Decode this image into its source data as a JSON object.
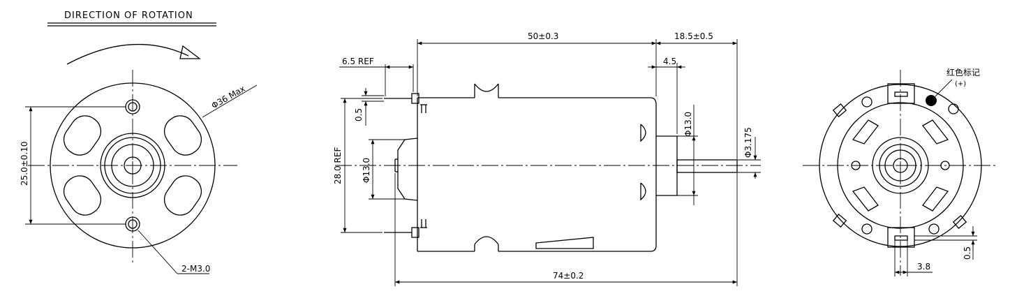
{
  "front_view": {
    "title": "DIRECTION OF ROTATION",
    "diameter_label": "Φ36 Max",
    "hole_spacing_label": "25.0±0.10",
    "screw_label": "2-M3.0"
  },
  "side_view": {
    "body_length_label": "50±0.3",
    "shaft_length_label": "18.5±0.5",
    "terminal_ref_label": "6.5 REF",
    "boss_length_label": "4.5",
    "terminal_thickness_label": "0.5",
    "terminal_span_label": "28.0 REF",
    "rear_boss_diameter_label": "Φ13.0",
    "front_boss_diameter_label": "Φ13.0",
    "shaft_diameter_label": "Φ3.175",
    "total_length_label": "74±0.2"
  },
  "rear_view": {
    "polarity_label": "红色标记",
    "polarity_sign": "(+)",
    "terminal_thickness_label": "0.5",
    "terminal_width_label": "3.8"
  },
  "colors": {
    "line": "#000000",
    "background": "#ffffff"
  }
}
